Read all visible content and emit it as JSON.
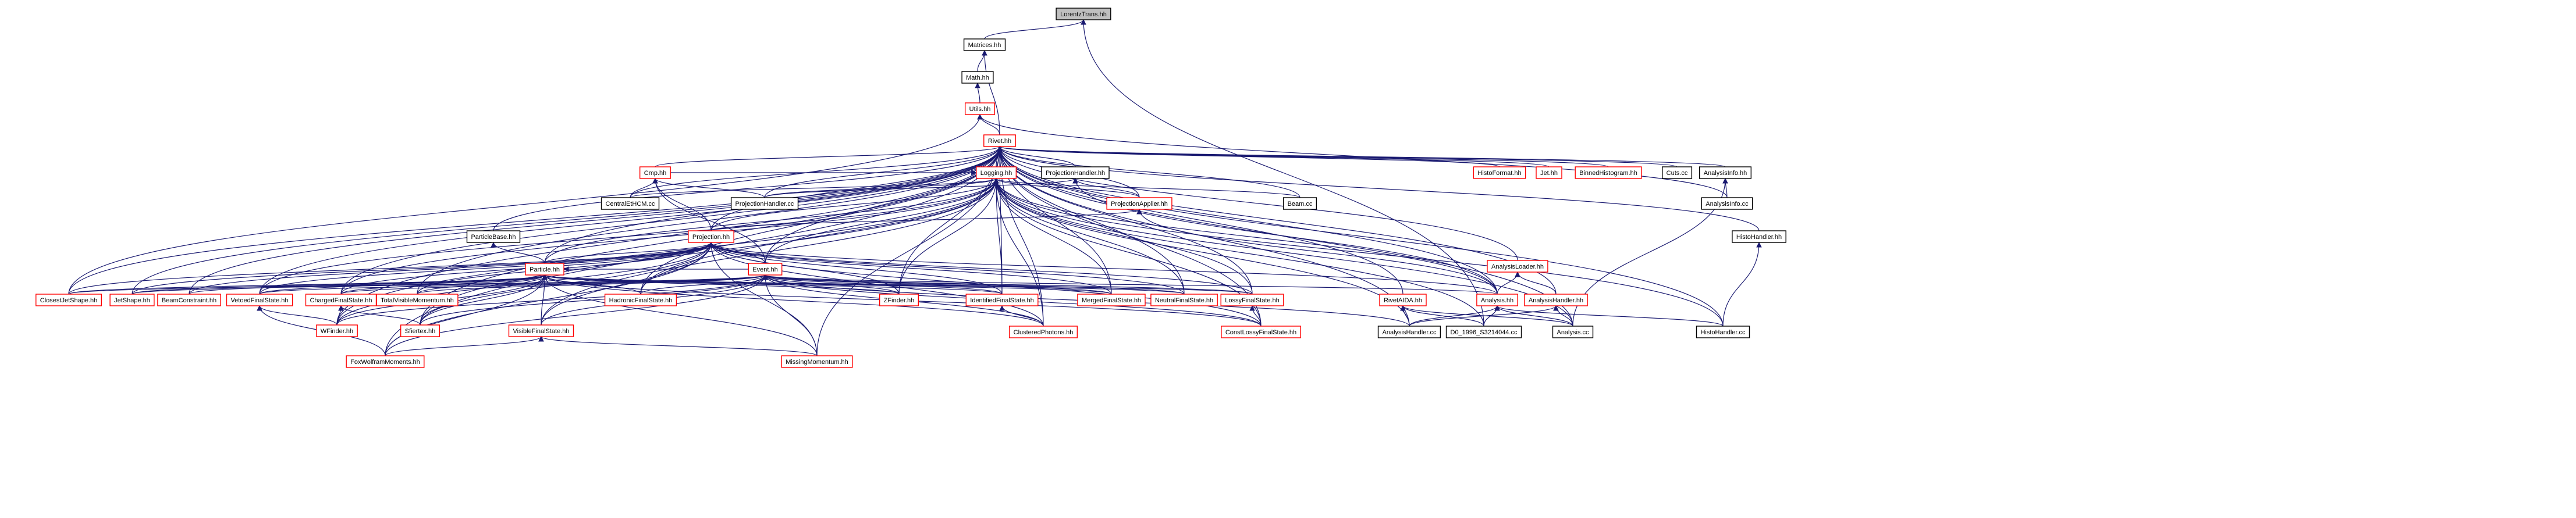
{
  "colors": {
    "edge": "#191970",
    "box_border": "#000000",
    "missing_border": "#ff0000",
    "focus_fill": "#bfbfbf",
    "box_fill": "#ffffff"
  },
  "nodes": [
    {
      "id": "lorentz",
      "label": "LorentzTrans.hh",
      "style": "focus"
    },
    {
      "id": "matrices",
      "label": "Matrices.hh",
      "style": "plain"
    },
    {
      "id": "math",
      "label": "Math.hh",
      "style": "plain"
    },
    {
      "id": "utils",
      "label": "Utils.hh",
      "style": "red"
    },
    {
      "id": "rivet",
      "label": "Rivet.hh",
      "style": "red"
    },
    {
      "id": "logging",
      "label": "Logging.hh",
      "style": "red"
    },
    {
      "id": "projhandler",
      "label": "ProjectionHandler.hh",
      "style": "plain"
    },
    {
      "id": "histoformat",
      "label": "HistoFormat.hh",
      "style": "red"
    },
    {
      "id": "jet",
      "label": "Jet.hh",
      "style": "red"
    },
    {
      "id": "binnedhisto",
      "label": "BinnedHistogram.hh",
      "style": "red"
    },
    {
      "id": "cutscc",
      "label": "Cuts.cc",
      "style": "plain"
    },
    {
      "id": "analysisinfohh",
      "label": "AnalysisInfo.hh",
      "style": "plain"
    },
    {
      "id": "cmp",
      "label": "Cmp.hh",
      "style": "red"
    },
    {
      "id": "projhandlercc",
      "label": "ProjectionHandler.cc",
      "style": "plain"
    },
    {
      "id": "centraletcc",
      "label": "CentralEtHCM.cc",
      "style": "plain"
    },
    {
      "id": "projapplier",
      "label": "ProjectionApplier.hh",
      "style": "red"
    },
    {
      "id": "beamcc",
      "label": "Beam.cc",
      "style": "plain"
    },
    {
      "id": "analysisinfocc",
      "label": "AnalysisInfo.cc",
      "style": "plain"
    },
    {
      "id": "histohandlerhh",
      "label": "HistoHandler.hh",
      "style": "plain"
    },
    {
      "id": "particlebase",
      "label": "ParticleBase.hh",
      "style": "plain"
    },
    {
      "id": "projection",
      "label": "Projection.hh",
      "style": "red"
    },
    {
      "id": "particle",
      "label": "Particle.hh",
      "style": "red"
    },
    {
      "id": "event",
      "label": "Event.hh",
      "style": "red"
    },
    {
      "id": "analysisloader",
      "label": "AnalysisLoader.hh",
      "style": "red"
    },
    {
      "id": "closestjet",
      "label": "ClosestJetShape.hh",
      "style": "red"
    },
    {
      "id": "jetshape",
      "label": "JetShape.hh",
      "style": "red"
    },
    {
      "id": "beamconstraint",
      "label": "BeamConstraint.hh",
      "style": "red"
    },
    {
      "id": "vetoedfs",
      "label": "VetoedFinalState.hh",
      "style": "red"
    },
    {
      "id": "chargedfs",
      "label": "ChargedFinalState.hh",
      "style": "red"
    },
    {
      "id": "totalvisible",
      "label": "TotalVisibleMomentum.hh",
      "style": "red"
    },
    {
      "id": "hadronicfs",
      "label": "HadronicFinalState.hh",
      "style": "red"
    },
    {
      "id": "zfinder",
      "label": "ZFinder.hh",
      "style": "red"
    },
    {
      "id": "identifiedfs",
      "label": "IdentifiedFinalState.hh",
      "style": "red"
    },
    {
      "id": "mergedfs",
      "label": "MergedFinalState.hh",
      "style": "red"
    },
    {
      "id": "neutralfs",
      "label": "NeutralFinalState.hh",
      "style": "red"
    },
    {
      "id": "lossyfs",
      "label": "LossyFinalState.hh",
      "style": "red"
    },
    {
      "id": "analysis",
      "label": "Analysis.hh",
      "style": "red"
    },
    {
      "id": "analysishandlerhh",
      "label": "AnalysisHandler.hh",
      "style": "red"
    },
    {
      "id": "rivetaida",
      "label": "RivetAIDA.hh",
      "style": "red"
    },
    {
      "id": "wfinder",
      "label": "WFinder.hh",
      "style": "red"
    },
    {
      "id": "sphericity",
      "label": "Sfiertex.hh",
      "style": "red"
    },
    {
      "id": "visiblefs",
      "label": "VisibleFinalState.hh",
      "style": "red"
    },
    {
      "id": "clusteredphotons",
      "label": "ClusteredPhotons.hh",
      "style": "red"
    },
    {
      "id": "constlossy",
      "label": "ConstLossyFinalState.hh",
      "style": "red"
    },
    {
      "id": "analysishandlercc",
      "label": "AnalysisHandler.cc",
      "style": "plain"
    },
    {
      "id": "d0cc",
      "label": "D0_1996_S3214044.cc",
      "style": "plain"
    },
    {
      "id": "analysiscc",
      "label": "Analysis.cc",
      "style": "plain"
    },
    {
      "id": "histohandlercc",
      "label": "HistoHandler.cc",
      "style": "plain"
    },
    {
      "id": "foxwolfram",
      "label": "FoxWolframMoments.hh",
      "style": "red"
    },
    {
      "id": "missingmomentum",
      "label": "MissingMomentum.hh",
      "style": "red"
    }
  ],
  "edges": [
    [
      "matrices",
      "lorentz"
    ],
    [
      "d0cc",
      "lorentz"
    ],
    [
      "math",
      "matrices"
    ],
    [
      "rivet",
      "matrices"
    ],
    [
      "utils",
      "math"
    ],
    [
      "rivet",
      "utils"
    ],
    [
      "closestjet",
      "utils"
    ],
    [
      "analysisinfocc",
      "utils"
    ],
    [
      "logging",
      "rivet"
    ],
    [
      "projhandler",
      "rivet"
    ],
    [
      "histoformat",
      "rivet"
    ],
    [
      "jet",
      "rivet"
    ],
    [
      "binnedhisto",
      "rivet"
    ],
    [
      "cutscc",
      "rivet"
    ],
    [
      "analysisinfohh",
      "rivet"
    ],
    [
      "cmp",
      "rivet"
    ],
    [
      "centraletcc",
      "rivet"
    ],
    [
      "projhandlercc",
      "rivet"
    ],
    [
      "beamcc",
      "rivet"
    ],
    [
      "projapplier",
      "rivet"
    ],
    [
      "particlebase",
      "rivet"
    ],
    [
      "projection",
      "rivet"
    ],
    [
      "particle",
      "rivet"
    ],
    [
      "event",
      "rivet"
    ],
    [
      "histohandlerhh",
      "rivet"
    ],
    [
      "analysisloader",
      "rivet"
    ],
    [
      "analysishandlerhh",
      "rivet"
    ],
    [
      "rivetaida",
      "rivet"
    ],
    [
      "analysis",
      "rivet"
    ],
    [
      "closestjet",
      "rivet"
    ],
    [
      "jetshape",
      "rivet"
    ],
    [
      "beamconstraint",
      "rivet"
    ],
    [
      "vetoedfs",
      "rivet"
    ],
    [
      "chargedfs",
      "rivet"
    ],
    [
      "totalvisible",
      "rivet"
    ],
    [
      "hadronicfs",
      "rivet"
    ],
    [
      "zfinder",
      "rivet"
    ],
    [
      "identifiedfs",
      "rivet"
    ],
    [
      "mergedfs",
      "rivet"
    ],
    [
      "neutralfs",
      "rivet"
    ],
    [
      "lossyfs",
      "rivet"
    ],
    [
      "constlossy",
      "rivet"
    ],
    [
      "clusteredphotons",
      "rivet"
    ],
    [
      "wfinder",
      "rivet"
    ],
    [
      "foxwolfram",
      "rivet"
    ],
    [
      "missingmomentum",
      "rivet"
    ],
    [
      "analysishandlercc",
      "rivet"
    ],
    [
      "analysiscc",
      "rivet"
    ],
    [
      "histohandlercc",
      "rivet"
    ],
    [
      "sphericity",
      "rivet"
    ],
    [
      "cmp",
      "logging"
    ],
    [
      "projhandlercc",
      "logging"
    ],
    [
      "centraletcc",
      "logging"
    ],
    [
      "projapplier",
      "logging"
    ],
    [
      "beamcc",
      "logging"
    ],
    [
      "projection",
      "logging"
    ],
    [
      "particle",
      "logging"
    ],
    [
      "event",
      "logging"
    ],
    [
      "analysis",
      "logging"
    ],
    [
      "analysishandlercc",
      "logging"
    ],
    [
      "identifiedfs",
      "logging"
    ],
    [
      "mergedfs",
      "logging"
    ],
    [
      "neutralfs",
      "logging"
    ],
    [
      "lossyfs",
      "logging"
    ],
    [
      "zfinder",
      "logging"
    ],
    [
      "hadronicfs",
      "logging"
    ],
    [
      "chargedfs",
      "logging"
    ],
    [
      "vetoedfs",
      "logging"
    ],
    [
      "wfinder",
      "logging"
    ],
    [
      "sphericity",
      "logging"
    ],
    [
      "visiblefs",
      "logging"
    ],
    [
      "constlossy",
      "logging"
    ],
    [
      "clusteredphotons",
      "logging"
    ],
    [
      "analysiscc",
      "logging"
    ],
    [
      "histohandlercc",
      "logging"
    ],
    [
      "d0cc",
      "logging"
    ],
    [
      "projhandlercc",
      "projhandler"
    ],
    [
      "projapplier",
      "projhandler"
    ],
    [
      "analysis",
      "projhandler"
    ],
    [
      "projhandlercc",
      "cmp"
    ],
    [
      "projection",
      "cmp"
    ],
    [
      "event",
      "cmp"
    ],
    [
      "centraletcc",
      "cmp"
    ],
    [
      "analysisinfocc",
      "analysisinfohh"
    ],
    [
      "analysiscc",
      "analysisinfohh"
    ],
    [
      "projection",
      "projapplier"
    ],
    [
      "analysis",
      "projapplier"
    ],
    [
      "histohandlercc",
      "histohandlerhh"
    ],
    [
      "particle",
      "particlebase"
    ],
    [
      "particle",
      "projection"
    ],
    [
      "event",
      "projection"
    ],
    [
      "closestjet",
      "projection"
    ],
    [
      "jetshape",
      "projection"
    ],
    [
      "beamconstraint",
      "projection"
    ],
    [
      "vetoedfs",
      "projection"
    ],
    [
      "chargedfs",
      "projection"
    ],
    [
      "totalvisible",
      "projection"
    ],
    [
      "hadronicfs",
      "projection"
    ],
    [
      "zfinder",
      "projection"
    ],
    [
      "identifiedfs",
      "projection"
    ],
    [
      "mergedfs",
      "projection"
    ],
    [
      "neutralfs",
      "projection"
    ],
    [
      "lossyfs",
      "projection"
    ],
    [
      "analysis",
      "projection"
    ],
    [
      "wfinder",
      "projection"
    ],
    [
      "sphericity",
      "projection"
    ],
    [
      "visiblefs",
      "projection"
    ],
    [
      "clusteredphotons",
      "projection"
    ],
    [
      "constlossy",
      "projection"
    ],
    [
      "foxwolfram",
      "projection"
    ],
    [
      "missingmomentum",
      "projection"
    ],
    [
      "event",
      "particle"
    ],
    [
      "closestjet",
      "particle"
    ],
    [
      "jetshape",
      "particle"
    ],
    [
      "beamconstraint",
      "particle"
    ],
    [
      "vetoedfs",
      "particle"
    ],
    [
      "chargedfs",
      "particle"
    ],
    [
      "totalvisible",
      "particle"
    ],
    [
      "hadronicfs",
      "particle"
    ],
    [
      "zfinder",
      "particle"
    ],
    [
      "identifiedfs",
      "particle"
    ],
    [
      "mergedfs",
      "particle"
    ],
    [
      "neutralfs",
      "particle"
    ],
    [
      "lossyfs",
      "particle"
    ],
    [
      "wfinder",
      "particle"
    ],
    [
      "sphericity",
      "particle"
    ],
    [
      "visiblefs",
      "particle"
    ],
    [
      "clusteredphotons",
      "particle"
    ],
    [
      "constlossy",
      "particle"
    ],
    [
      "foxwolfram",
      "particle"
    ],
    [
      "missingmomentum",
      "particle"
    ],
    [
      "closestjet",
      "event"
    ],
    [
      "jetshape",
      "event"
    ],
    [
      "vetoedfs",
      "event"
    ],
    [
      "chargedfs",
      "event"
    ],
    [
      "totalvisible",
      "event"
    ],
    [
      "hadronicfs",
      "event"
    ],
    [
      "zfinder",
      "event"
    ],
    [
      "identifiedfs",
      "event"
    ],
    [
      "mergedfs",
      "event"
    ],
    [
      "neutralfs",
      "event"
    ],
    [
      "lossyfs",
      "event"
    ],
    [
      "analysis",
      "event"
    ],
    [
      "wfinder",
      "event"
    ],
    [
      "sphericity",
      "event"
    ],
    [
      "visiblefs",
      "event"
    ],
    [
      "clusteredphotons",
      "event"
    ],
    [
      "constlossy",
      "event"
    ],
    [
      "foxwolfram",
      "event"
    ],
    [
      "missingmomentum",
      "event"
    ],
    [
      "analysishandlercc",
      "event"
    ],
    [
      "analysis",
      "analysisloader"
    ],
    [
      "analysishandlerhh",
      "analysisloader"
    ],
    [
      "analysishandlercc",
      "analysishandlerhh"
    ],
    [
      "analysiscc",
      "analysishandlerhh"
    ],
    [
      "analysishandlercc",
      "rivetaida"
    ],
    [
      "d0cc",
      "rivetaida"
    ],
    [
      "analysiscc",
      "rivetaida"
    ],
    [
      "analysishandlercc",
      "analysis"
    ],
    [
      "d0cc",
      "analysis"
    ],
    [
      "analysiscc",
      "analysis"
    ],
    [
      "histohandlercc",
      "analysis"
    ],
    [
      "wfinder",
      "chargedfs"
    ],
    [
      "sphericity",
      "chargedfs"
    ],
    [
      "foxwolfram",
      "vetoedfs"
    ],
    [
      "foxwolfram",
      "visiblefs"
    ],
    [
      "missingmomentum",
      "visiblefs"
    ],
    [
      "clusteredphotons",
      "identifiedfs"
    ],
    [
      "constlossy",
      "lossyfs"
    ],
    [
      "wfinder",
      "vetoedfs"
    ]
  ]
}
